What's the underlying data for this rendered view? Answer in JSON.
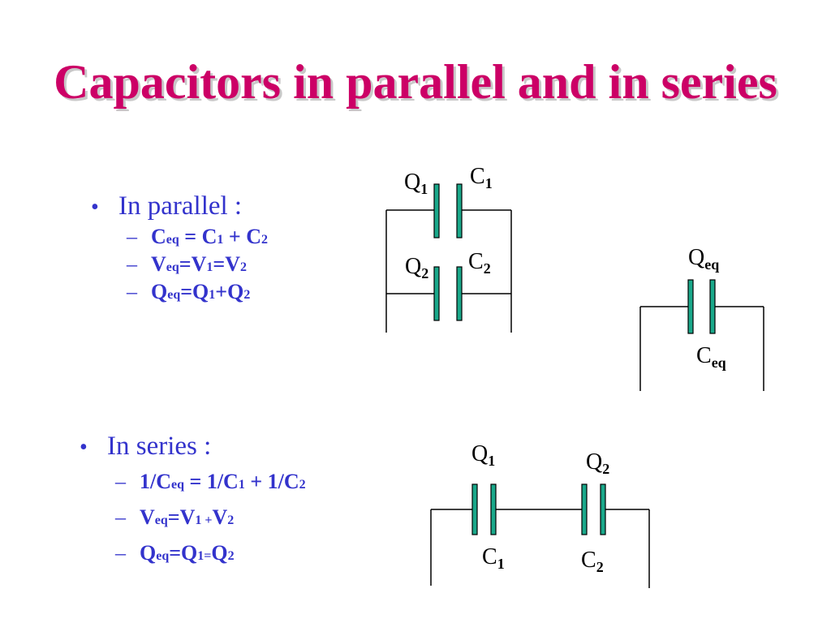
{
  "title": "Capacitors in parallel and in series",
  "parallel": {
    "heading": "In parallel :",
    "eq1": {
      "a": "C",
      "a_sub": "eq",
      "b": " = C",
      "b_sub": "1",
      "c": " + C",
      "c_sub": "2"
    },
    "eq2": {
      "a": "V",
      "a_sub": "eq",
      "b": "=V",
      "b_sub": "1",
      "c": "=V",
      "c_sub": "2"
    },
    "eq3": {
      "a": "Q",
      "a_sub": "eq",
      "b": "=Q",
      "b_sub": "1",
      "c": "+Q",
      "c_sub": "2"
    }
  },
  "series": {
    "heading": "In series :",
    "eq1": {
      "a": "1/C",
      "a_sub": "eq",
      "b": " = 1/C",
      "b_sub": "1",
      "c": " + 1/C",
      "c_sub": "2"
    },
    "eq2": {
      "a": "V",
      "a_sub": "eq",
      "b": "=V",
      "b_sub": "1 +",
      "c": "V",
      "c_sub": "2"
    },
    "eq3": {
      "a": "Q",
      "a_sub": "eq",
      "b": "=Q",
      "b_sub": "1=",
      "c": "Q",
      "c_sub": "2"
    }
  },
  "labels": {
    "q": "Q",
    "c": "C",
    "s1": "1",
    "s2": "2",
    "seq": "eq"
  },
  "colors": {
    "title": "#cc0066",
    "text": "#3333cc",
    "plate": "#1aa88a"
  }
}
